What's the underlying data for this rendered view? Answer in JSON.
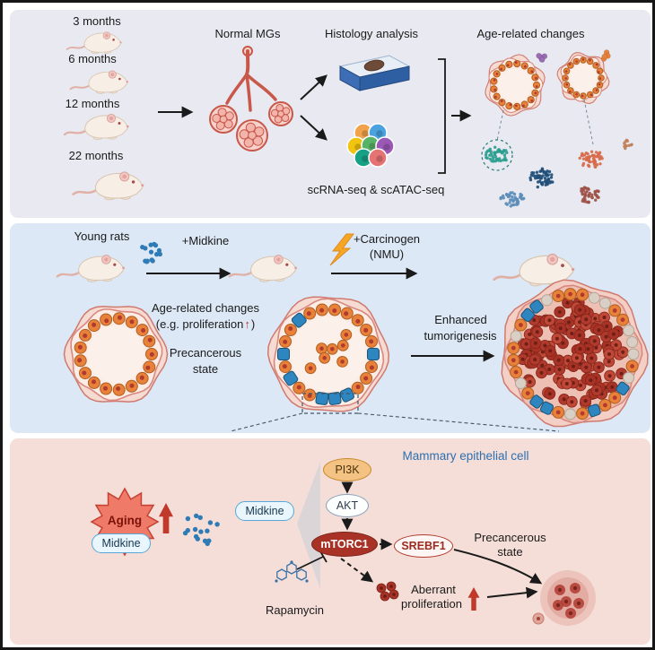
{
  "colors": {
    "panel_top_bg": "#e9eaf1",
    "panel_middle_bg": "#dce8f6",
    "panel_bottom_bg": "#f4ded7",
    "accent_red": "#c0392b",
    "accent_blue": "#2d6fb0",
    "midkine_dot": "#2e7bb5",
    "mtorc1_fill": "#a93226",
    "pi3k_fill": "#f4c383"
  },
  "panel_top": {
    "ages": [
      {
        "label": "3 months"
      },
      {
        "label": "6 months"
      },
      {
        "label": "12 months"
      },
      {
        "label": "22 months"
      }
    ],
    "normal_mgs_label": "Normal MGs",
    "histology_label": "Histology analysis",
    "seq_label": "scRNA-seq & scATAC-seq",
    "age_changes_label": "Age-related changes"
  },
  "panel_middle": {
    "young_rats_label": "Young rats",
    "midkine_label": "+Midkine",
    "carcinogen_label": "+Carcinogen",
    "nmu_label": "(NMU)",
    "age_changes_line1": "Age-related changes",
    "prolif_prefix": "(e.g. proliferation",
    "prolif_arrow": "↑",
    "prolif_suffix": ")",
    "precancerous_line1": "Precancerous",
    "precancerous_line2": "state",
    "enhanced_line1": "Enhanced",
    "enhanced_line2": "tumorigenesis"
  },
  "panel_bottom": {
    "cell_label": "Mammary epithelial cell",
    "aging_label": "Aging",
    "midkine_left_label": "Midkine",
    "midkine_membrane_label": "Midkine",
    "pi3k_label": "PI3K",
    "akt_label": "AKT",
    "mtorc1_label": "mTORC1",
    "srebf1_label": "SREBF1",
    "precancerous_line1": "Precancerous",
    "precancerous_line2": "state",
    "rapamycin_label": "Rapamycin",
    "aberrant_line1": "Aberrant",
    "aberrant_line2": "proliferation"
  }
}
